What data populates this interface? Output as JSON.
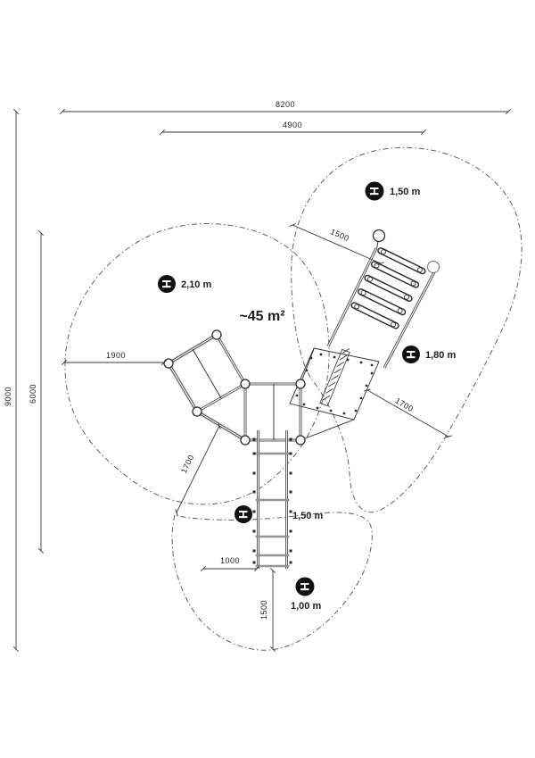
{
  "drawing": {
    "title": "playground-equipment-plan-view",
    "area_label": "~45 m²",
    "symbol_letter": "H",
    "dimensions": {
      "overall_width": "8200",
      "platform_width": "4900",
      "overall_depth": "9000",
      "zone_depth": "6000",
      "left_clearance": "1900",
      "ladder_clearance": "1500",
      "ramp_clearance": "1700",
      "slide_clearance": "1700",
      "ladder_width": "1000",
      "bottom_clearance": "1500"
    },
    "fall_heights": {
      "top_right": "1,50 m",
      "left": "2,10 m",
      "right": "1,80 m",
      "center": "1,50 m",
      "bottom": "1,00 m"
    },
    "colors": {
      "background": "#ffffff",
      "line": "#2b2b2b",
      "dimline": "#3a3a3a",
      "dimtext": "#1c1c1c",
      "dashed": "#5f5f5f",
      "beam": "#d8d8d8",
      "badge": "#111111",
      "badge_text": "#ffffff"
    }
  }
}
